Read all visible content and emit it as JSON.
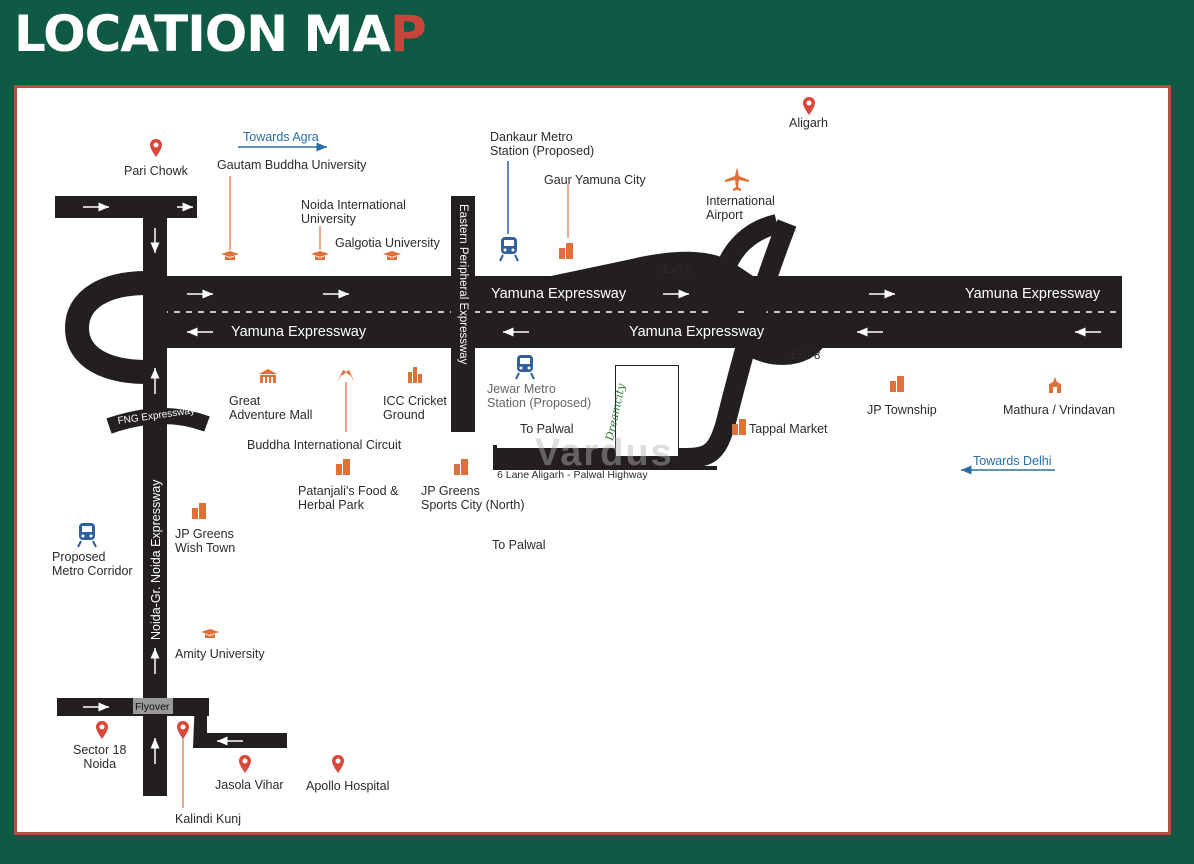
{
  "title": {
    "main": "LOCATION MA",
    "accent": "P"
  },
  "roads": {
    "yamuna_top_left": "Yamuna Expressway",
    "yamuna_top_right": "Yamuna Expressway",
    "yamuna_bottom_left": "Yamuna Expressway",
    "yamuna_bottom_mid": "Yamuna Expressway",
    "eastern_peripheral": "Eastern Peripheral Expressway",
    "noida_expressway": "Noida-Gr. Noida Expressway",
    "fng": "FNG Expressway",
    "flyover": "Flyover",
    "exit5": "Exit-5",
    "exit8": "Exit-8",
    "aligarh_palwal": "6 Lane Aligarh - Palwal Highway",
    "to_palwal_1": "To Palwal",
    "to_palwal_2": "To Palwal"
  },
  "directions": {
    "towards_agra": "Towards Agra",
    "towards_delhi": "Towards Delhi"
  },
  "places": {
    "pari_chowk": "Pari Chowk",
    "gautam_buddha": "Gautam Buddha University",
    "noida_intl_univ": "Noida International\nUniversity",
    "galgotia": "Galgotia University",
    "dankaur_metro": "Dankaur Metro\nStation (Proposed)",
    "gaur_yamuna": "Gaur Yamuna City",
    "aligarh": "Aligarh",
    "intl_airport": "International\nAirport",
    "great_adventure": "Great\nAdventure Mall",
    "icc_cricket": "ICC Cricket\nGround",
    "buddha_circuit": "Buddha International Circuit",
    "jewar_metro": "Jewar Metro\nStation (Proposed)",
    "patanjali": "Patanjali's Food &\nHerbal Park",
    "jp_greens_sports": "JP Greens\nSports City (North)",
    "tappal_market": "Tappal Market",
    "jp_township": "JP Township",
    "mathura": "Mathura / Vrindavan",
    "jp_greens_wish": "JP Greens\nWish Town",
    "proposed_metro": "Proposed\nMetro Corridor",
    "amity": "Amity University",
    "sector18": "Sector 18\nNoida",
    "jasola": "Jasola Vihar",
    "apollo": "Apollo Hospital",
    "kalindi": "Kalindi Kunj"
  },
  "logo": {
    "text": "Dreamcity"
  },
  "watermark": "Vardus",
  "colors": {
    "background": "#0e5a45",
    "frame_border": "#b5503f",
    "road": "#231f20",
    "icon_orange": "#e0703a",
    "pin_red": "#d9483b",
    "metro_blue": "#2f5f9e",
    "direction_blue": "#2a6ea6"
  },
  "icons": [
    "pin-icon",
    "graduation-cap-icon",
    "building-icon",
    "train-icon",
    "airplane-icon",
    "temple-icon",
    "mall-icon",
    "flag-icon",
    "stadium-icon"
  ]
}
